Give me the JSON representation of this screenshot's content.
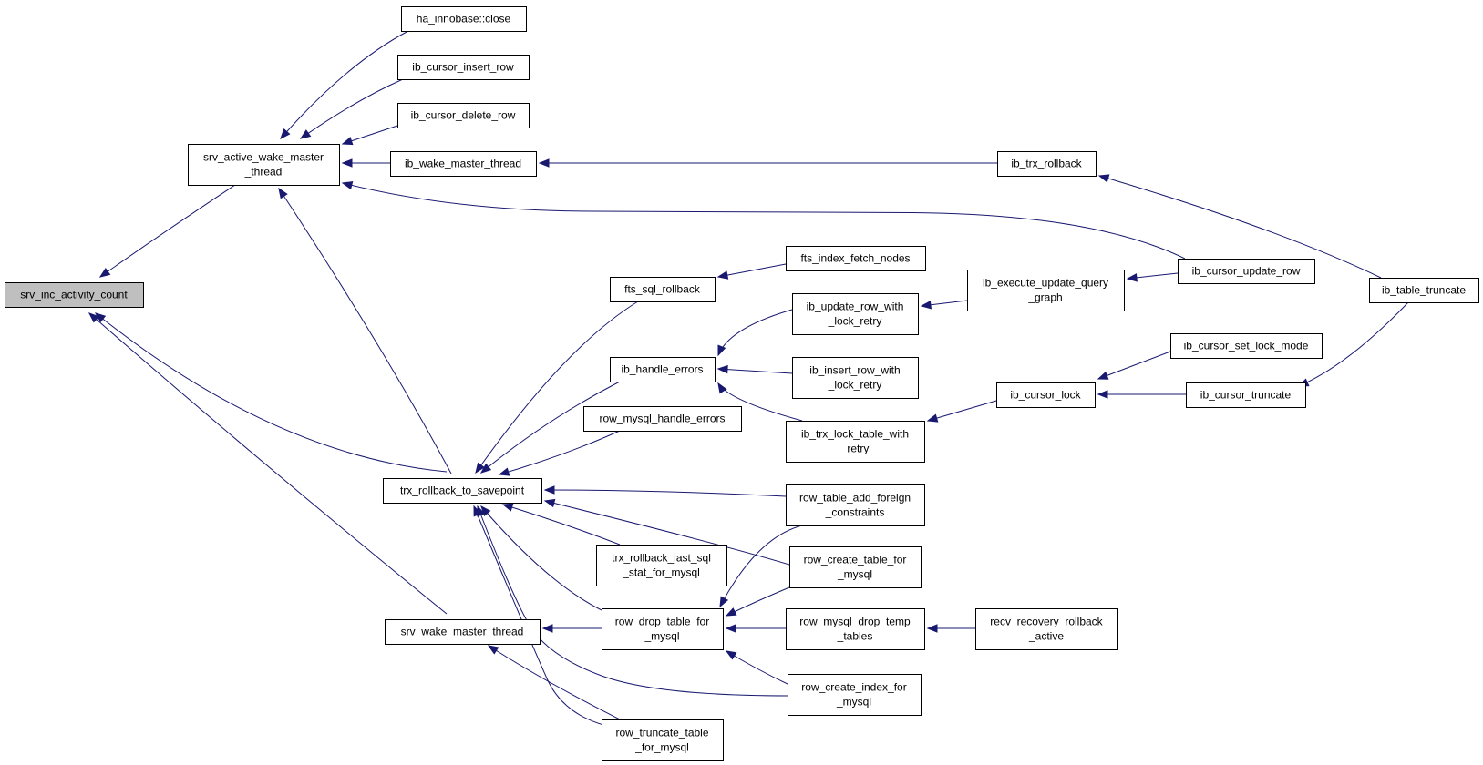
{
  "diagram": {
    "type": "doxygen-caller-graph",
    "edge_color": "#191970",
    "root_fill": "#bfbfbf",
    "nodes": [
      {
        "id": "srv_inc_activity_count",
        "lines": [
          "srv_inc_activity_count"
        ],
        "root": true
      },
      {
        "id": "srv_active_wake_master_thread",
        "lines": [
          "srv_active_wake_master",
          "_thread"
        ]
      },
      {
        "id": "trx_rollback_to_savepoint",
        "lines": [
          "trx_rollback_to_savepoint"
        ]
      },
      {
        "id": "srv_wake_master_thread",
        "lines": [
          "srv_wake_master_thread"
        ]
      },
      {
        "id": "ha_innobase_close",
        "lines": [
          "ha_innobase::close"
        ]
      },
      {
        "id": "ib_cursor_insert_row",
        "lines": [
          "ib_cursor_insert_row"
        ]
      },
      {
        "id": "ib_cursor_delete_row",
        "lines": [
          "ib_cursor_delete_row"
        ]
      },
      {
        "id": "ib_wake_master_thread",
        "lines": [
          "ib_wake_master_thread"
        ]
      },
      {
        "id": "fts_sql_rollback",
        "lines": [
          "fts_sql_rollback"
        ]
      },
      {
        "id": "ib_handle_errors",
        "lines": [
          "ib_handle_errors"
        ]
      },
      {
        "id": "row_mysql_handle_errors",
        "lines": [
          "row_mysql_handle_errors"
        ]
      },
      {
        "id": "trx_rollback_last_sql_stat_for_mysql",
        "lines": [
          "trx_rollback_last_sql",
          "_stat_for_mysql"
        ]
      },
      {
        "id": "row_drop_table_for_mysql",
        "lines": [
          "row_drop_table_for",
          "_mysql"
        ]
      },
      {
        "id": "row_truncate_table_for_mysql",
        "lines": [
          "row_truncate_table",
          "_for_mysql"
        ]
      },
      {
        "id": "fts_index_fetch_nodes",
        "lines": [
          "fts_index_fetch_nodes"
        ]
      },
      {
        "id": "ib_update_row_with_lock_retry",
        "lines": [
          "ib_update_row_with",
          "_lock_retry"
        ]
      },
      {
        "id": "ib_insert_row_with_lock_retry",
        "lines": [
          "ib_insert_row_with",
          "_lock_retry"
        ]
      },
      {
        "id": "ib_trx_lock_table_with_retry",
        "lines": [
          "ib_trx_lock_table_with",
          "_retry"
        ]
      },
      {
        "id": "row_table_add_foreign_constraints",
        "lines": [
          "row_table_add_foreign",
          "_constraints"
        ]
      },
      {
        "id": "row_create_table_for_mysql",
        "lines": [
          "row_create_table_for",
          "_mysql"
        ]
      },
      {
        "id": "row_mysql_drop_temp_tables",
        "lines": [
          "row_mysql_drop_temp",
          "_tables"
        ]
      },
      {
        "id": "row_create_index_for_mysql",
        "lines": [
          "row_create_index_for",
          "_mysql"
        ]
      },
      {
        "id": "ib_execute_update_query_graph",
        "lines": [
          "ib_execute_update_query",
          "_graph"
        ]
      },
      {
        "id": "ib_cursor_lock",
        "lines": [
          "ib_cursor_lock"
        ]
      },
      {
        "id": "recv_recovery_rollback_active",
        "lines": [
          "recv_recovery_rollback",
          "_active"
        ]
      },
      {
        "id": "ib_trx_rollback",
        "lines": [
          "ib_trx_rollback"
        ]
      },
      {
        "id": "ib_cursor_update_row",
        "lines": [
          "ib_cursor_update_row"
        ]
      },
      {
        "id": "ib_cursor_set_lock_mode",
        "lines": [
          "ib_cursor_set_lock_mode"
        ]
      },
      {
        "id": "ib_cursor_truncate",
        "lines": [
          "ib_cursor_truncate"
        ]
      },
      {
        "id": "ib_table_truncate",
        "lines": [
          "ib_table_truncate"
        ]
      }
    ],
    "edges": [
      {
        "from": "srv_active_wake_master_thread",
        "to": "srv_inc_activity_count"
      },
      {
        "from": "trx_rollback_to_savepoint",
        "to": "srv_inc_activity_count"
      },
      {
        "from": "srv_wake_master_thread",
        "to": "srv_inc_activity_count"
      },
      {
        "from": "ha_innobase_close",
        "to": "srv_active_wake_master_thread"
      },
      {
        "from": "ib_cursor_insert_row",
        "to": "srv_active_wake_master_thread"
      },
      {
        "from": "ib_cursor_delete_row",
        "to": "srv_active_wake_master_thread"
      },
      {
        "from": "ib_wake_master_thread",
        "to": "srv_active_wake_master_thread"
      },
      {
        "from": "ib_cursor_update_row",
        "to": "srv_active_wake_master_thread"
      },
      {
        "from": "trx_rollback_to_savepoint",
        "to": "srv_active_wake_master_thread"
      },
      {
        "from": "ib_trx_rollback",
        "to": "ib_wake_master_thread"
      },
      {
        "from": "ib_table_truncate",
        "to": "ib_trx_rollback"
      },
      {
        "from": "fts_sql_rollback",
        "to": "trx_rollback_to_savepoint"
      },
      {
        "from": "ib_handle_errors",
        "to": "trx_rollback_to_savepoint"
      },
      {
        "from": "row_mysql_handle_errors",
        "to": "trx_rollback_to_savepoint"
      },
      {
        "from": "row_table_add_foreign_constraints",
        "to": "trx_rollback_to_savepoint"
      },
      {
        "from": "row_create_table_for_mysql",
        "to": "trx_rollback_to_savepoint"
      },
      {
        "from": "trx_rollback_last_sql_stat_for_mysql",
        "to": "trx_rollback_to_savepoint"
      },
      {
        "from": "row_drop_table_for_mysql",
        "to": "trx_rollback_to_savepoint"
      },
      {
        "from": "row_create_index_for_mysql",
        "to": "trx_rollback_to_savepoint"
      },
      {
        "from": "row_truncate_table_for_mysql",
        "to": "trx_rollback_to_savepoint"
      },
      {
        "from": "row_drop_table_for_mysql",
        "to": "srv_wake_master_thread"
      },
      {
        "from": "row_truncate_table_for_mysql",
        "to": "srv_wake_master_thread"
      },
      {
        "from": "fts_index_fetch_nodes",
        "to": "fts_sql_rollback"
      },
      {
        "from": "ib_update_row_with_lock_retry",
        "to": "ib_handle_errors"
      },
      {
        "from": "ib_insert_row_with_lock_retry",
        "to": "ib_handle_errors"
      },
      {
        "from": "ib_trx_lock_table_with_retry",
        "to": "ib_handle_errors"
      },
      {
        "from": "row_table_add_foreign_constraints",
        "to": "row_drop_table_for_mysql"
      },
      {
        "from": "row_create_table_for_mysql",
        "to": "row_drop_table_for_mysql"
      },
      {
        "from": "row_mysql_drop_temp_tables",
        "to": "row_drop_table_for_mysql"
      },
      {
        "from": "row_create_index_for_mysql",
        "to": "row_drop_table_for_mysql"
      },
      {
        "from": "ib_execute_update_query_graph",
        "to": "ib_update_row_with_lock_retry"
      },
      {
        "from": "ib_cursor_update_row",
        "to": "ib_execute_update_query_graph"
      },
      {
        "from": "ib_cursor_lock",
        "to": "ib_trx_lock_table_with_retry"
      },
      {
        "from": "ib_cursor_set_lock_mode",
        "to": "ib_cursor_lock"
      },
      {
        "from": "ib_cursor_truncate",
        "to": "ib_cursor_lock"
      },
      {
        "from": "ib_table_truncate",
        "to": "ib_cursor_truncate"
      },
      {
        "from": "recv_recovery_rollback_active",
        "to": "row_mysql_drop_temp_tables"
      }
    ]
  }
}
